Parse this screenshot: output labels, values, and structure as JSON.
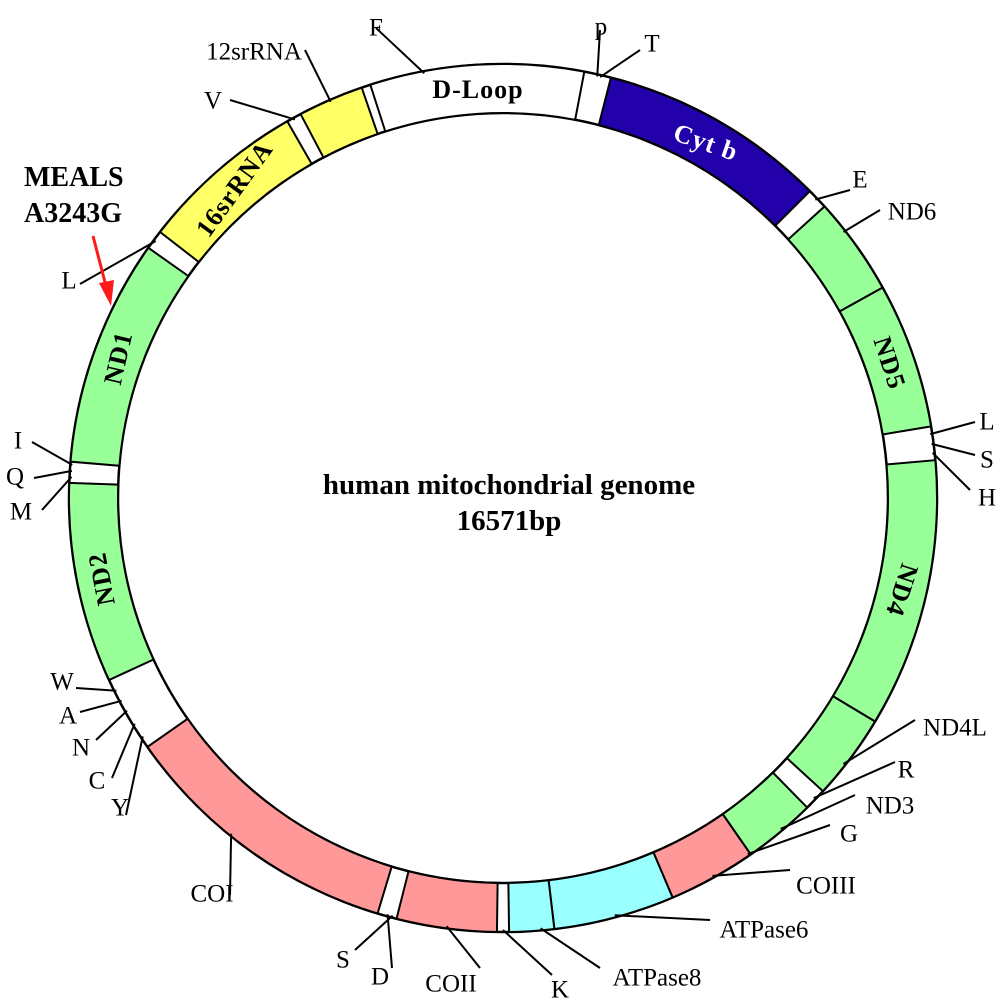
{
  "center": {
    "title": "human mitochondrial genome",
    "size": "16571bp"
  },
  "mutation": {
    "line1": "MEALS",
    "line2": "A3243G",
    "arrow_color": "#ff1a1a"
  },
  "colors": {
    "white": "#ffffff",
    "rrna": "#ffff66",
    "cytb": "#2200aa",
    "nd": "#99ff99",
    "co": "#ff9999",
    "atp": "#99ffff"
  },
  "segments": [
    {
      "name": "D-Loop",
      "color": "white",
      "label": "D-Loop",
      "label_color": "#000000"
    },
    {
      "name": "Cyt b",
      "color": "cytb",
      "label": "Cyt b",
      "label_color": "#ffffff"
    },
    {
      "name": "ND6",
      "color": "nd",
      "label": "",
      "label_color": "#000000"
    },
    {
      "name": "ND5",
      "color": "nd",
      "label": "ND5",
      "label_color": "#000000"
    },
    {
      "name": "ND4",
      "color": "nd",
      "label": "ND4",
      "label_color": "#000000"
    },
    {
      "name": "ND4L",
      "color": "nd",
      "label": "",
      "label_color": "#000000"
    },
    {
      "name": "ND3",
      "color": "nd",
      "label": "",
      "label_color": "#000000"
    },
    {
      "name": "COIII",
      "color": "co",
      "label": "",
      "label_color": "#000000"
    },
    {
      "name": "ATPase6",
      "color": "atp",
      "label": "",
      "label_color": "#000000"
    },
    {
      "name": "ATPase8",
      "color": "atp",
      "label": "",
      "label_color": "#000000"
    },
    {
      "name": "COII",
      "color": "co",
      "label": "",
      "label_color": "#000000"
    },
    {
      "name": "COI",
      "color": "co",
      "label": "",
      "label_color": "#000000"
    },
    {
      "name": "ND2",
      "color": "nd",
      "label": "ND2",
      "label_color": "#000000"
    },
    {
      "name": "ND1",
      "color": "nd",
      "label": "ND1",
      "label_color": "#000000"
    },
    {
      "name": "16srRNA",
      "color": "rrna",
      "label": "16srRNA",
      "label_color": "#000000"
    },
    {
      "name": "12srRNA",
      "color": "rrna",
      "label": "",
      "label_color": "#000000"
    }
  ],
  "outer_labels": [
    {
      "text": "F"
    },
    {
      "text": "p"
    },
    {
      "text": "T"
    },
    {
      "text": "12srRNA"
    },
    {
      "text": "V"
    },
    {
      "text": "E"
    },
    {
      "text": "ND6"
    },
    {
      "text": "L"
    },
    {
      "text": "S"
    },
    {
      "text": "H"
    },
    {
      "text": "ND4L"
    },
    {
      "text": "R"
    },
    {
      "text": "ND3"
    },
    {
      "text": "G"
    },
    {
      "text": "COIII"
    },
    {
      "text": "ATPase6"
    },
    {
      "text": "ATPase8"
    },
    {
      "text": "K"
    },
    {
      "text": "COII"
    },
    {
      "text": "D"
    },
    {
      "text": "S"
    },
    {
      "text": "COI"
    },
    {
      "text": "Y"
    },
    {
      "text": "C"
    },
    {
      "text": "N"
    },
    {
      "text": "A"
    },
    {
      "text": "W"
    },
    {
      "text": "M"
    },
    {
      "text": "Q"
    },
    {
      "text": "I"
    },
    {
      "text": "L"
    }
  ]
}
